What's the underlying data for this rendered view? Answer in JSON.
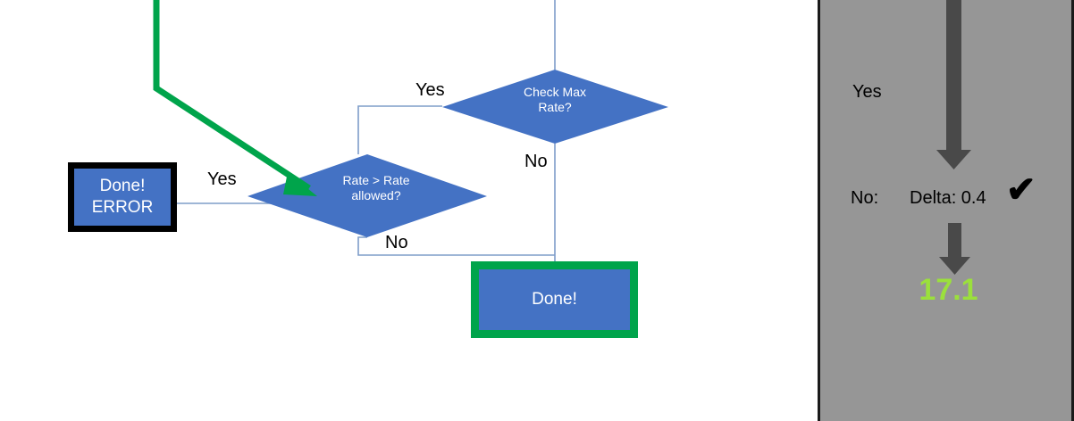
{
  "flowchart": {
    "nodes": [
      {
        "id": "done-error",
        "label": "Done!\nERROR",
        "shape": "rect",
        "fill": "#4472C4",
        "border": "#000000",
        "text_color": "#FFFFFF"
      },
      {
        "id": "rate-gt-rate",
        "label": "Rate > Rate\nallowed?",
        "shape": "diamond",
        "fill": "#4472C4",
        "text_color": "#FFFFFF"
      },
      {
        "id": "check-max-rate",
        "label": "Check Max\nRate?",
        "shape": "diamond",
        "fill": "#4472C4",
        "text_color": "#FFFFFF"
      },
      {
        "id": "done",
        "label": "Done!",
        "shape": "rect",
        "fill": "#4472C4",
        "border": "#00A44B",
        "text_color": "#FFFFFF"
      }
    ],
    "edge_labels": {
      "yes_check_max_rate": "Yes",
      "no_check_max_rate": "No",
      "yes_rate_gt_rate": "Yes",
      "no_rate_gt_rate": "No"
    },
    "connector_color": "#7F9DC9",
    "highlight_arrow_color": "#00A44B"
  },
  "side_panel": {
    "background_color": "#969696",
    "arrow_color": "#494949",
    "yes_label": "Yes",
    "no_label": "No:",
    "delta_label": "Delta: 0.4",
    "check_mark": "✔",
    "result_value": "17.1",
    "result_color": "#9BE03C"
  }
}
